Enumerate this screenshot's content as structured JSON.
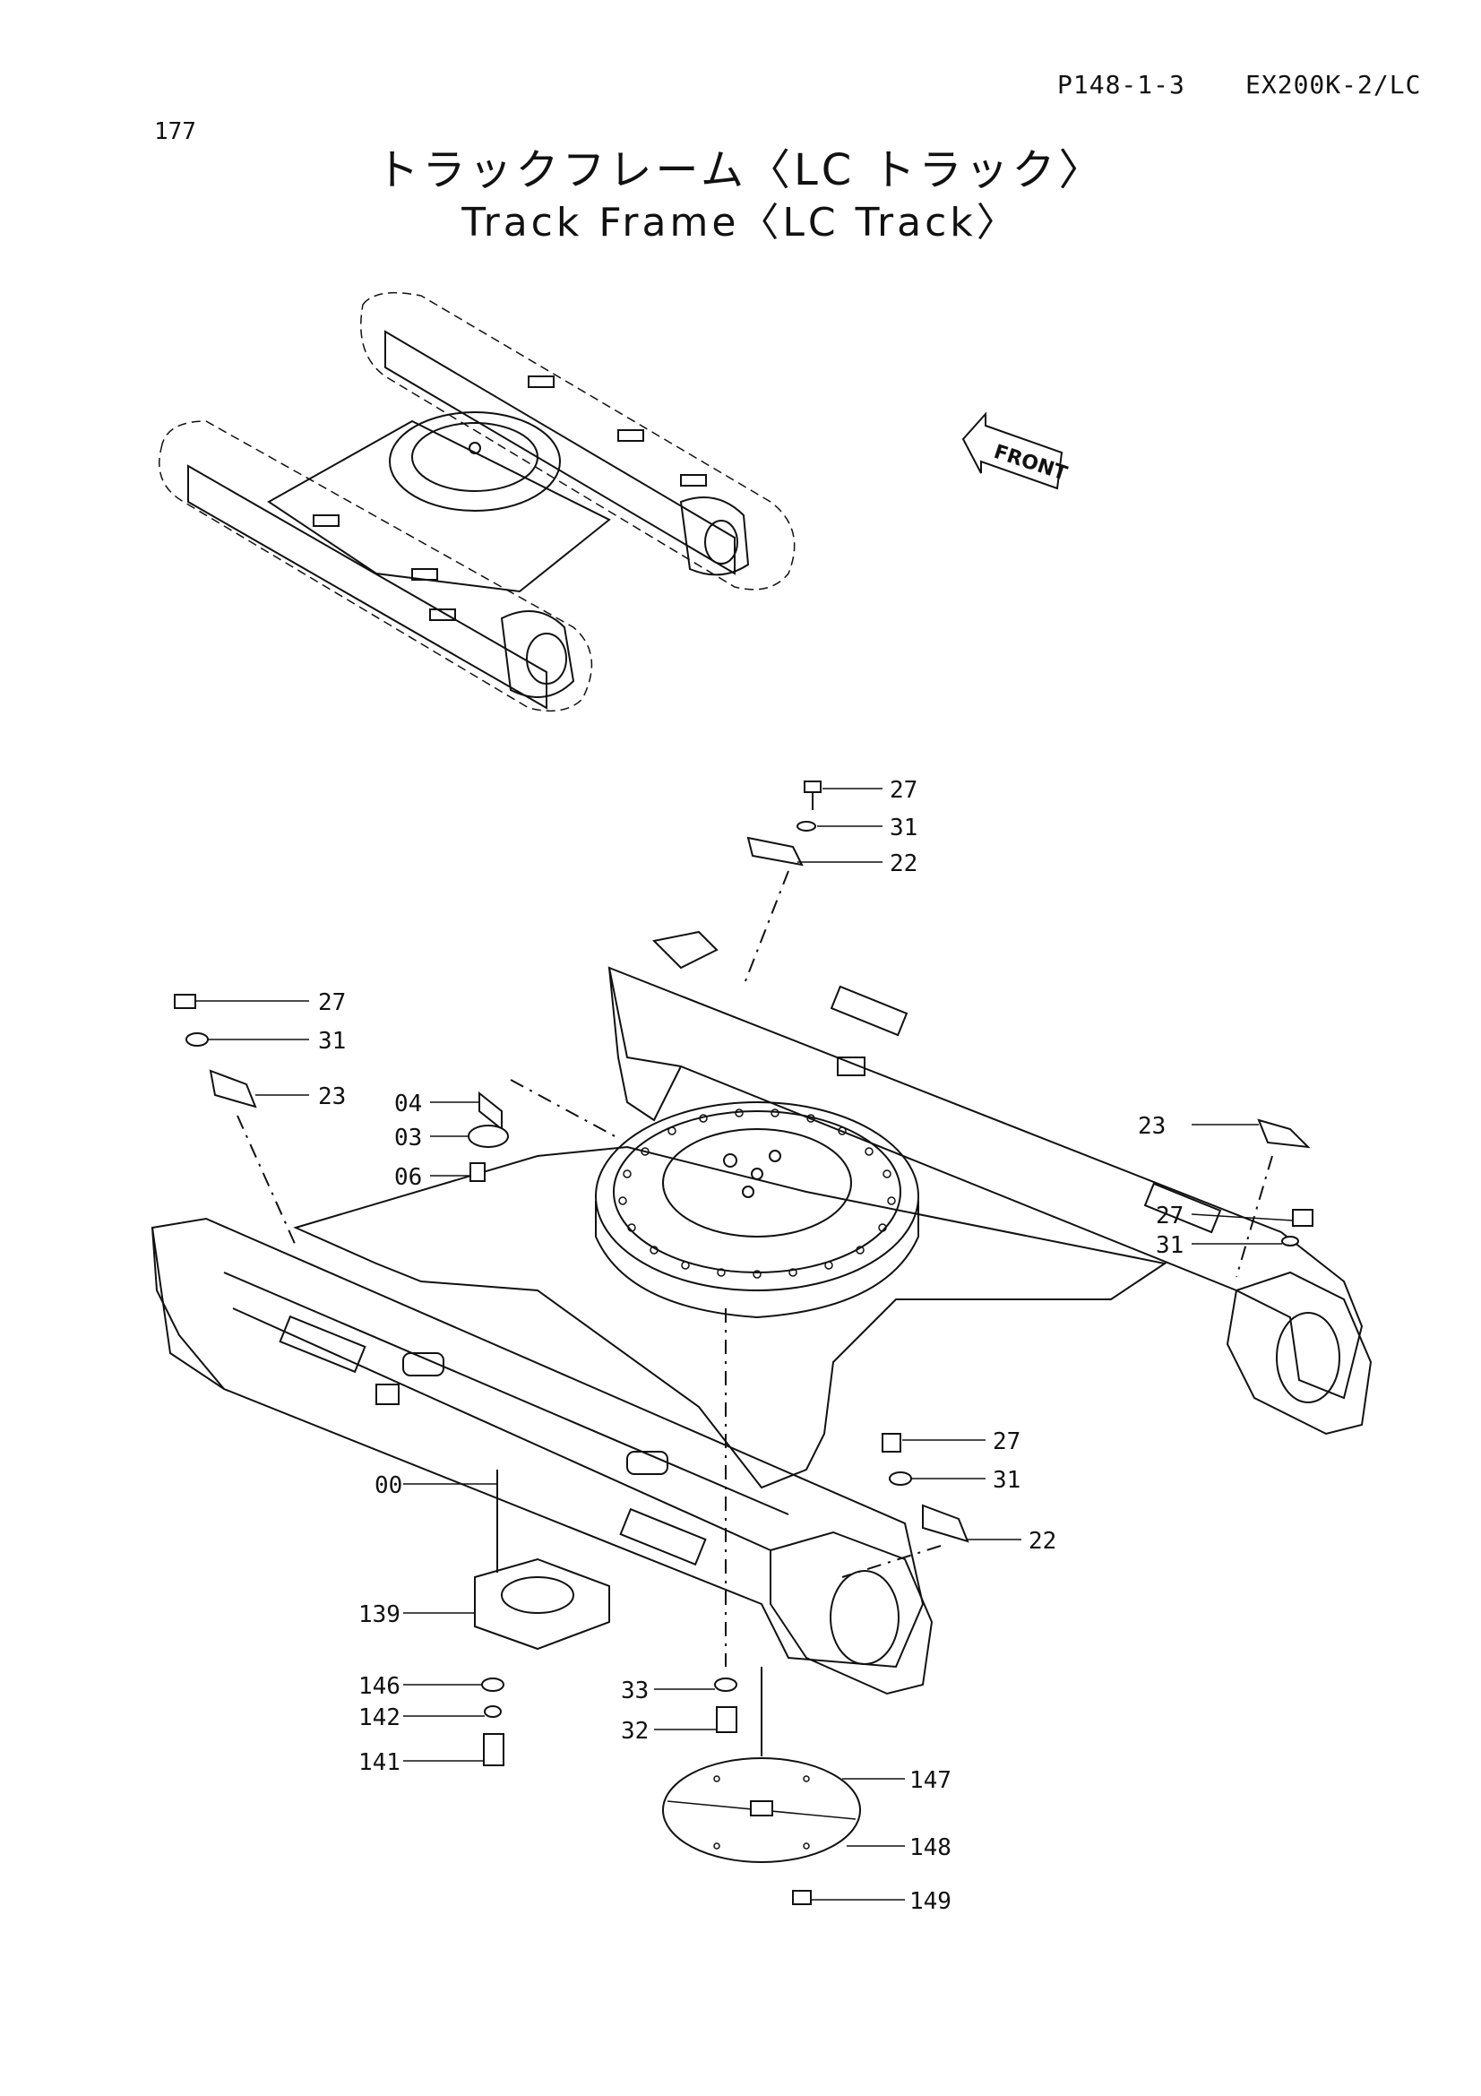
{
  "header": {
    "page_ref": "P148-1-3",
    "model": "EX200K-2/LC",
    "page_number": "177"
  },
  "title": {
    "japanese": "トラックフレーム〈LC トラック〉",
    "english": "Track Frame〈LC Track〉"
  },
  "front_marker": "FRONT",
  "callouts": {
    "top_bolt_27": "27",
    "top_washer_31": "31",
    "top_guard_22": "22",
    "left_bolt_27": "27",
    "left_washer_31": "31",
    "left_guard_23": "23",
    "plate_04": "04",
    "plate_03": "03",
    "nut_06": "06",
    "right_bolt_27": "27",
    "right_washer_31": "31",
    "right_guard_23": "23",
    "front_bolt_27": "27",
    "front_washer_31": "31",
    "front_guard_22": "22",
    "frame_00": "00",
    "bracket_139": "139",
    "washer_146": "146",
    "washer_142": "142",
    "bolt_141": "141",
    "washer_33": "33",
    "bolt_32": "32",
    "cover_147": "147",
    "plate_148": "148",
    "bolt_149": "149"
  }
}
